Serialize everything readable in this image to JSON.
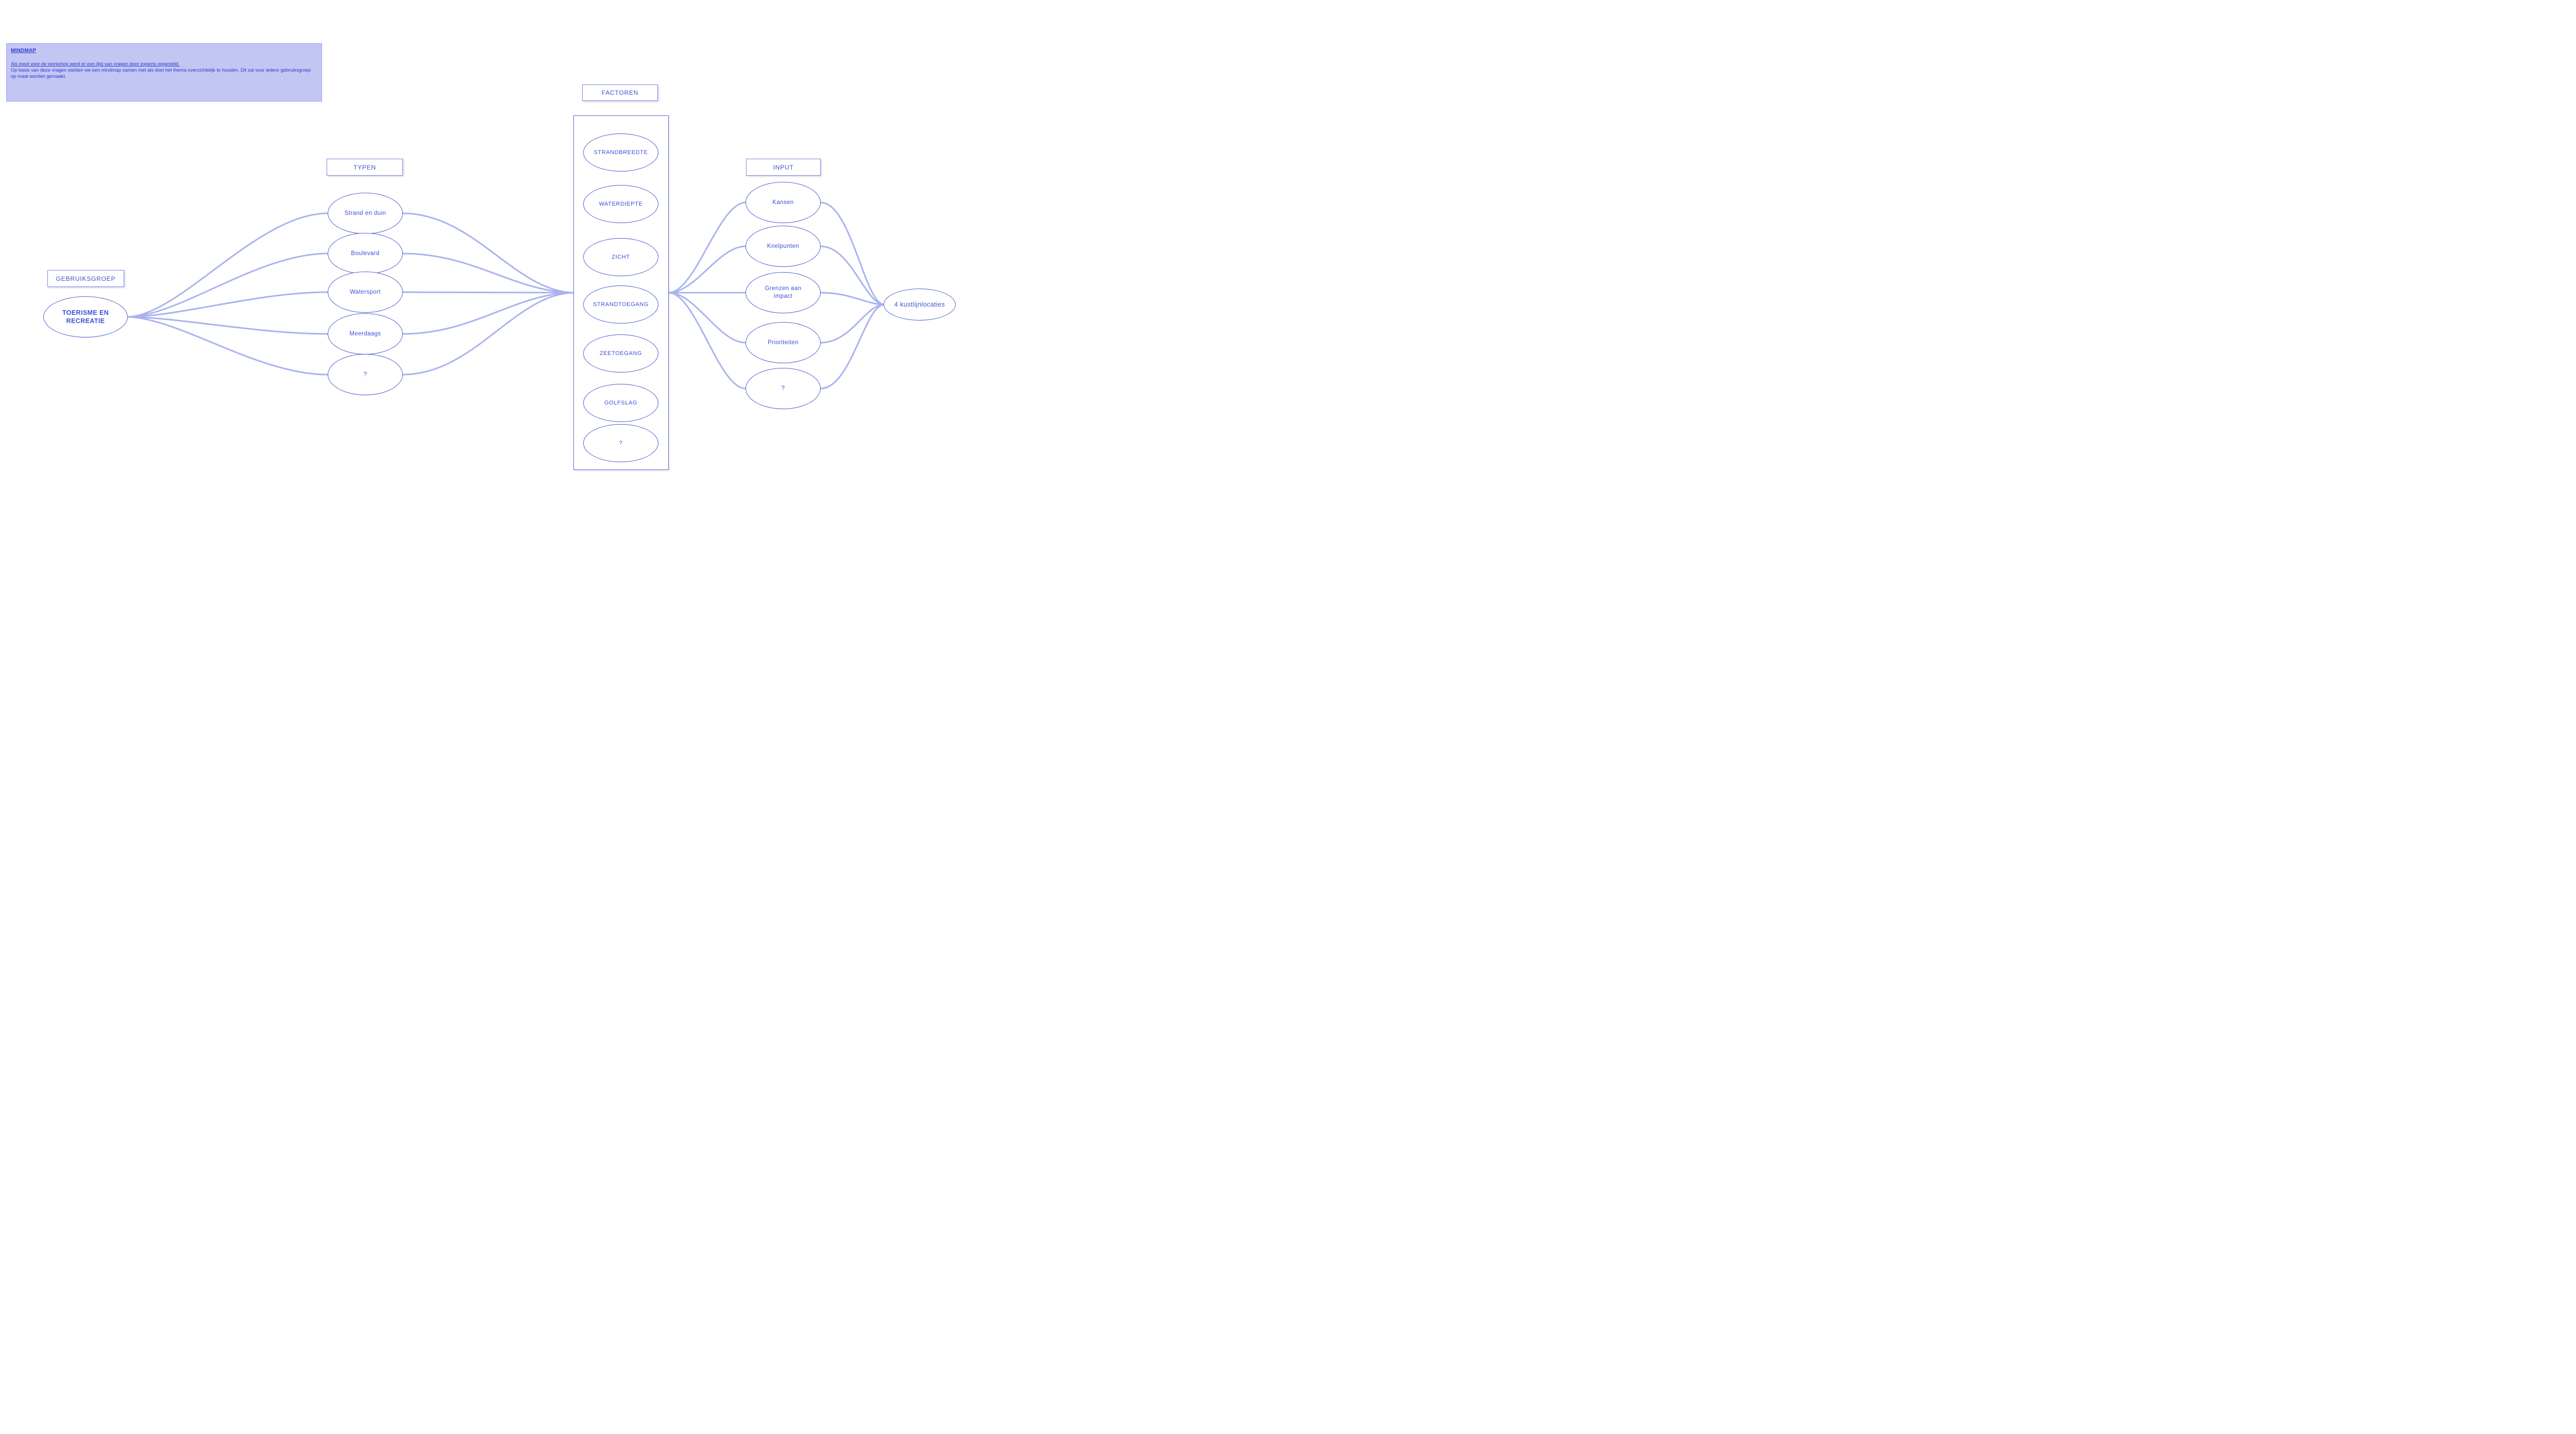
{
  "note": {
    "title": "MINDMAP",
    "line1": "Als input voor de workshop werd er een lijst van vragen door experts opgesteld.",
    "line2": "Op basis van deze vragen stelden we een mindmap samen met als doel het thema overzichtelijk te houden. Dit zal voor iedere gebruiksgroep op maat worden gemaakt.",
    "bg_color": "#c3c6f3",
    "text_color": "#2c3ad4"
  },
  "mindmap": {
    "gebruiksgroep": {
      "header": "GEBRUIKSGROEP",
      "nodes": [
        "TOERISME EN RECREATIE"
      ]
    },
    "typen": {
      "header": "TYPEN",
      "nodes": [
        "Strand en duin",
        "Boulevard",
        "Watersport",
        "Meerdaags",
        "?"
      ]
    },
    "factoren": {
      "header": "FACTOREN",
      "nodes": [
        "STRANDBREEDTE",
        "WATERDIEPTE",
        "ZICHT",
        "STRANDTOEGANG",
        "ZEETOEGANG",
        "GOLFSLAG",
        "?"
      ]
    },
    "input": {
      "header": "INPUT",
      "nodes": [
        "Kansen",
        "Knelpunten",
        "Grenzen aan impact",
        "Prioriteiten",
        "?"
      ]
    },
    "result": {
      "label": "4 kustlijnlocaties"
    }
  },
  "edges": [
    {
      "from": "TOERISME EN RECREATIE",
      "to": "Strand en duin"
    },
    {
      "from": "TOERISME EN RECREATIE",
      "to": "Boulevard"
    },
    {
      "from": "TOERISME EN RECREATIE",
      "to": "Watersport"
    },
    {
      "from": "TOERISME EN RECREATIE",
      "to": "Meerdaags"
    },
    {
      "from": "TOERISME EN RECREATIE",
      "to": "?"
    },
    {
      "from": "Strand en duin",
      "to": "FACTOREN"
    },
    {
      "from": "Boulevard",
      "to": "FACTOREN"
    },
    {
      "from": "Watersport",
      "to": "FACTOREN"
    },
    {
      "from": "Meerdaags",
      "to": "FACTOREN"
    },
    {
      "from": "?",
      "to": "FACTOREN"
    },
    {
      "from": "FACTOREN",
      "to": "Kansen"
    },
    {
      "from": "FACTOREN",
      "to": "Knelpunten"
    },
    {
      "from": "FACTOREN",
      "to": "Grenzen aan impact"
    },
    {
      "from": "FACTOREN",
      "to": "Prioriteiten"
    },
    {
      "from": "FACTOREN",
      "to": "?"
    },
    {
      "from": "Kansen",
      "to": "4 kustlijnlocaties"
    },
    {
      "from": "Knelpunten",
      "to": "4 kustlijnlocaties"
    },
    {
      "from": "Grenzen aan impact",
      "to": "4 kustlijnlocaties"
    },
    {
      "from": "Prioriteiten",
      "to": "4 kustlijnlocaties"
    },
    {
      "from": "?",
      "to": "4 kustlijnlocaties"
    }
  ],
  "colors": {
    "node_text": "#3b50d8",
    "node_border": "#4d5cd0",
    "header_border": "#7b87e2",
    "connector": "#a9b3ee",
    "note_bg": "#c3c6f3",
    "background": "#ffffff"
  }
}
